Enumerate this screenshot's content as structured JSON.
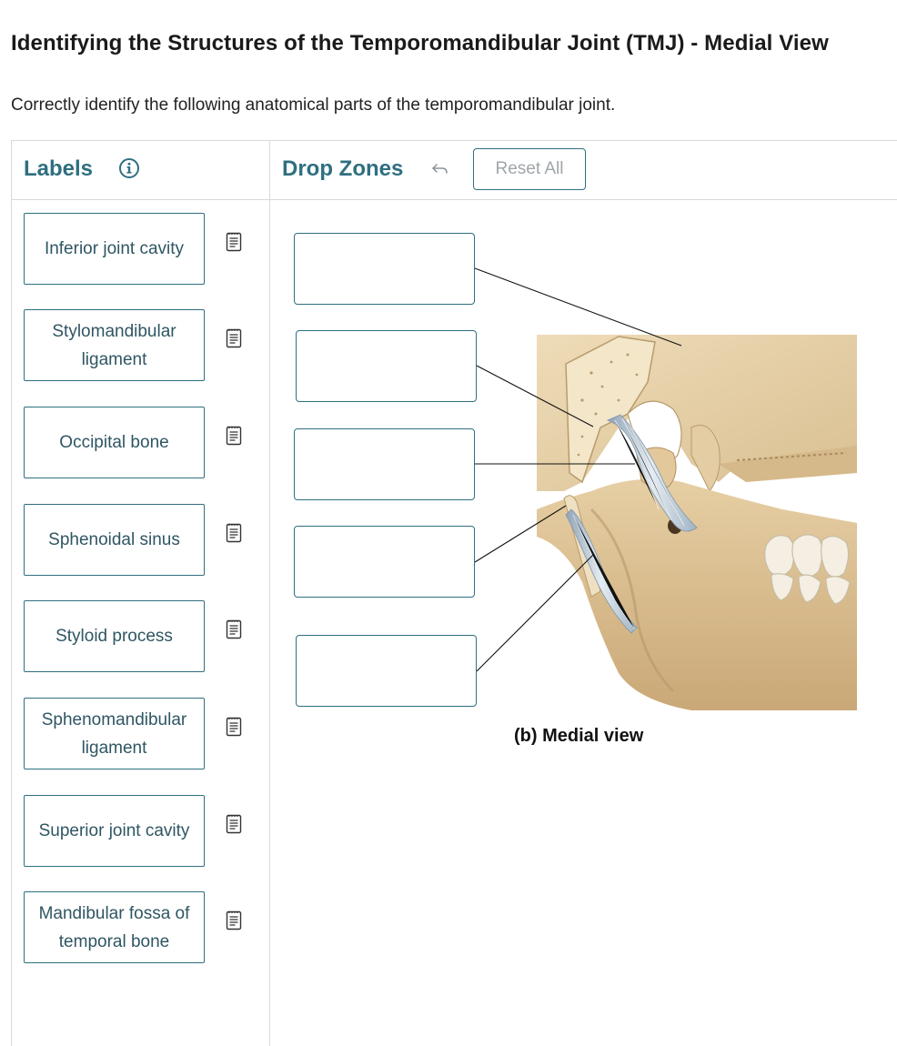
{
  "page": {
    "title": "Identifying the Structures of the Temporomandibular Joint (TMJ) - Medial View",
    "instructions": "Correctly identify the following anatomical parts of the temporomandibular joint."
  },
  "labels_panel": {
    "heading": "Labels",
    "info_icon": "info-circle-icon",
    "items": [
      {
        "text": "Inferior joint cavity",
        "icon": "notes-icon"
      },
      {
        "text": "Stylomandibular ligament",
        "icon": "notes-icon"
      },
      {
        "text": "Occipital bone",
        "icon": "notes-icon"
      },
      {
        "text": "Sphenoidal sinus",
        "icon": "notes-icon"
      },
      {
        "text": "Styloid process",
        "icon": "notes-icon"
      },
      {
        "text": "Sphenomandibular ligament",
        "icon": "notes-icon"
      },
      {
        "text": "Superior joint cavity",
        "icon": "notes-icon"
      },
      {
        "text": "Mandibular fossa of temporal bone",
        "icon": "notes-icon"
      }
    ]
  },
  "drop_panel": {
    "heading": "Drop Zones",
    "undo_icon": "undo-arrow-icon",
    "reset_label": "Reset All",
    "zones": [
      {
        "value": ""
      },
      {
        "value": ""
      },
      {
        "value": ""
      },
      {
        "value": ""
      },
      {
        "value": ""
      }
    ]
  },
  "figure": {
    "caption": "(b) Medial view"
  },
  "colors": {
    "accent": "#2f6f80",
    "bone": "#e7d3ad",
    "bone_shadow": "#c9ae80",
    "ligament": "#b9c8d6",
    "border": "#d9d9d9"
  }
}
